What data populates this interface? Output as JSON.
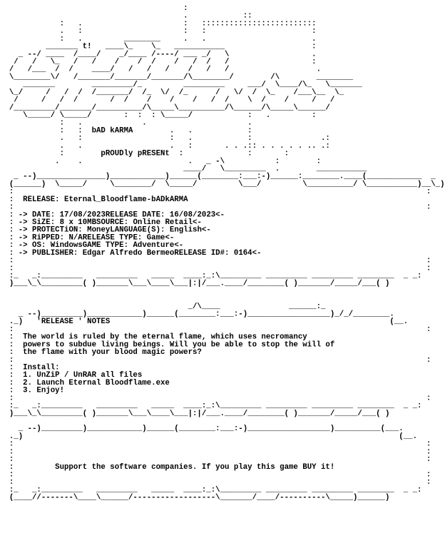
{
  "logo": {
    "lines": [
      "                                        :",
      "                                        .            ::",
      "             :   .                      :   :::::::::::::::::::::::::",
      "             .   :                      :   :                       :",
      "             :   .         ________     .   .                       .",
      "          _______ t!   ____\\_    \\_   ___________                   :",
      "    _ --/ ____  /____/    _/____ /----/ ___ _/   \\                  .",
      "   /   /   \\_   /   /    /    /  /    /   /  /   /                  :",
      "  /   /___  /  /    ____/   /   /   /    /   /   /                   .",
      "  \\________\\/   /_______/_______/_______/\\________/        /\\        ________",
      "     _______        _________/_         _________     ___/  \\____/\\_   \\_______",
      "  \\_/     /   /  /  /_______/  /_  \\/  /_      /   \\/  /  \\_    /___\\__  \\_",
      "   /     /   /  /       /  /    /    /    /   /  /    \\  /    /     /   /",
      "  /_________/_______/__________/\\_____\\__________/\\______/\\_____\\______/",
      "     \\_____/ \\_____/       :  :  : \\_____/            :   .         :",
      "             :   .             .                      .",
      "             :   :  bAD kARMA        .   .            :",
      "             .   :                   :   .            :               .:",
      "             .   .                   .   :       . . .:: . . . . . .. .:",
      "             :        pROUDly pRESENt  :              :       :",
      "            .    .                       .   _ -\\           :        :",
      "                                        ____/   \\_________  .        ___________"
    ]
  },
  "release": {
    "border_top": [
      "   _ --)_______________)____________)______(________:___:-)______:________.____(____________  _",
      "  (______)  \\_____/     \\________/  \\_____/         \\___/         \\__________/ \\___________)__\\_)"
    ],
    "header": {
      "label": "RELEASE",
      "value": "Eternal_Bloodflame-bADkARMA"
    },
    "left_fields": [
      {
        "label": "DATE",
        "value": "17/08/2023"
      },
      {
        "label": "SiZE",
        "value": "8 x 10MB"
      },
      {
        "label": "PROTECTiON",
        "value": "Money"
      },
      {
        "label": "RiPPED",
        "value": "N/A"
      },
      {
        "label": "OS",
        "value": "Windows"
      },
      {
        "label": "PUBLISHER",
        "value": "Edgar Alfredo Bermeo"
      }
    ],
    "right_fields": [
      {
        "label": "RELEASE DATE",
        "value": "16/08/2023"
      },
      {
        "label": "SOURCE",
        "value": "Online Retail"
      },
      {
        "label": "LANGUAGE(S)",
        "value": "English"
      },
      {
        "label": "RELEASE TYPE",
        "value": "Game"
      },
      {
        "label": "GAME TYPE",
        "value": "Adventure"
      },
      {
        "label": "RELEASE ID#",
        "value": "0164"
      }
    ],
    "border_bottom": [
      "  :_   _:_________   _________   _____  ____:_:\\_________ _________ _________ ________  _ _:",
      "  )___\\_\\_________( )_______\\___\\____\\___|:|/___.____/________( )_______/_____/___( )"
    ]
  },
  "notes": {
    "border_top": [
      "                                         _/\\____               ______:_",
      "    _ --)_________)____________)______(________:___:-)__________________)_/_/________.",
      "  ._)   'RELEASE ' NOTES                                                             (__."
    ],
    "paragraph": [
      "The world is ruled by the eternal flame, which uses necromancy",
      "powers to subdue living beings. Will you be able to stop the will of",
      "the flame with your blood magic powers?"
    ],
    "install_label": "Install:",
    "install_steps": [
      "1. UnZiP / UnRAR all files",
      "2. Launch Eternal Bloodflame.exe",
      "3. Enjoy!"
    ],
    "border_bottom": [
      "  :_   _:_________   _________   _____  ____:_:\\_________ _________ _________ ________  _ _:",
      "  )___\\_\\_________( )_______\\___\\____\\___|:|/___.____/________( )_______/_____/___( )"
    ]
  },
  "footer": {
    "border_top": [
      "    _ --)_________)____________)______(________:___:-)__________________)__________(___.",
      "  ._)                                                                                  (__."
    ],
    "message": "Support the software companies. If you play this game BUY it!",
    "border_bottom": [
      "  :_   _:_________   _________   _____  ____:_:\\_________ _________ _________ ________  _ _:",
      "  (____//-------\\____\\______/------------------\\_______/____/----------\\_____)______)"
    ]
  }
}
